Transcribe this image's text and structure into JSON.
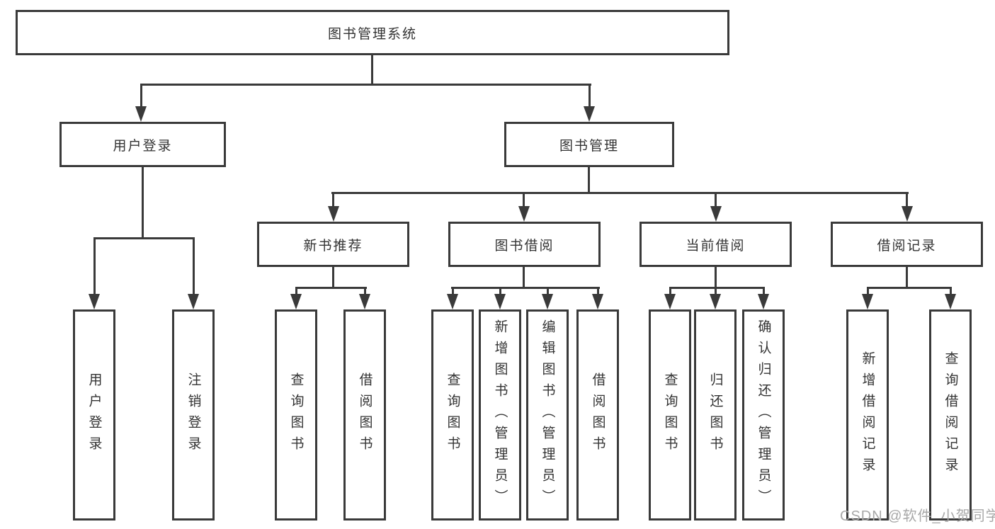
{
  "diagram": {
    "title_node": "图书管理系统",
    "root": {
      "label": "图书管理系统"
    },
    "level2": [
      {
        "id": "user-login",
        "label": "用户登录",
        "parent": "图书管理系统"
      },
      {
        "id": "book-management",
        "label": "图书管理",
        "parent": "图书管理系统"
      }
    ],
    "level3": [
      {
        "id": "new-book-recommend",
        "label": "新书推荐",
        "parent": "图书管理"
      },
      {
        "id": "book-borrowing",
        "label": "图书借阅",
        "parent": "图书管理"
      },
      {
        "id": "current-borrowing",
        "label": "当前借阅",
        "parent": "图书管理"
      },
      {
        "id": "borrowing-records",
        "label": "借阅记录",
        "parent": "图书管理"
      }
    ],
    "leaves": [
      {
        "label": "用户登录",
        "parent": "用户登录"
      },
      {
        "label": "注销登录",
        "parent": "用户登录"
      },
      {
        "label": "查询图书",
        "parent": "新书推荐"
      },
      {
        "label": "借阅图书",
        "parent": "新书推荐"
      },
      {
        "label": "查询图书",
        "parent": "图书借阅"
      },
      {
        "label": "新增图书（管理员）",
        "parent": "图书借阅"
      },
      {
        "label": "编辑图书（管理员）",
        "parent": "图书借阅"
      },
      {
        "label": "借阅图书",
        "parent": "图书借阅"
      },
      {
        "label": "查询图书",
        "parent": "当前借阅"
      },
      {
        "label": "归还图书",
        "parent": "当前借阅"
      },
      {
        "label": "确认归还（管理员）",
        "parent": "当前借阅"
      },
      {
        "label": "新增借阅记录",
        "parent": "借阅记录"
      },
      {
        "label": "查询借阅记录",
        "parent": "借阅记录"
      }
    ]
  },
  "watermark": {
    "text": "CSDN @软件_小贺同学"
  },
  "colors": {
    "line": "#3a3a3a",
    "text": "#333333",
    "background": "#ffffff",
    "watermark": "#a8a8a8"
  }
}
